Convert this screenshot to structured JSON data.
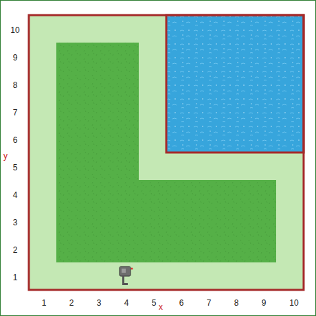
{
  "diagram": {
    "labels": [
      "10",
      "9",
      "8",
      "7",
      "6",
      "y",
      "5",
      "4",
      "3",
      "2",
      "1",
      "1",
      "2",
      "3",
      "4",
      "5",
      "x",
      "6",
      "7",
      "8",
      "9",
      "10"
    ]
  }
}
